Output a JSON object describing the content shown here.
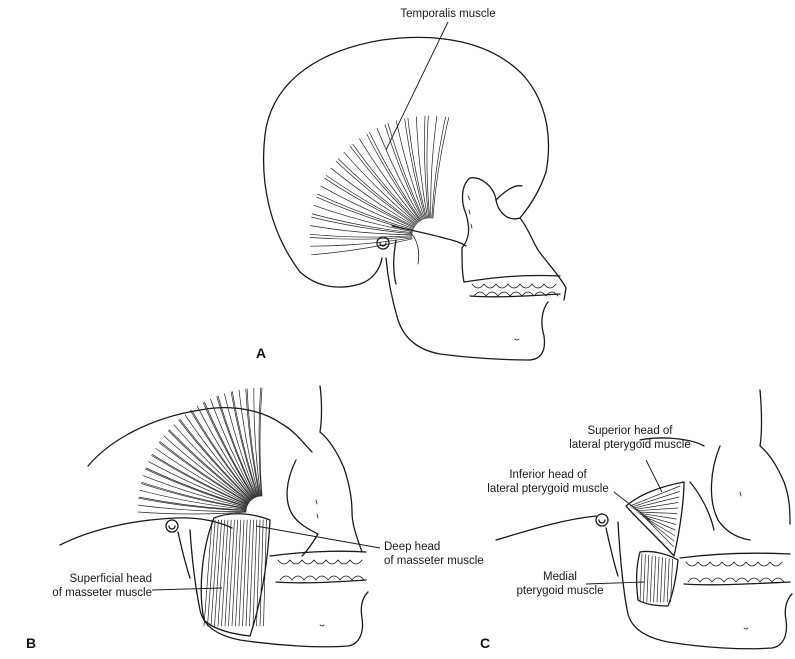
{
  "figure": {
    "panels": [
      {
        "id": "A",
        "label": "A",
        "labels": [
          {
            "key": "temporalis",
            "text": "Temporalis muscle"
          }
        ]
      },
      {
        "id": "B",
        "label": "B",
        "labels": [
          {
            "key": "deep_head_1",
            "text": "Deep head"
          },
          {
            "key": "deep_head_2",
            "text": "of masseter muscle"
          },
          {
            "key": "superficial_head_1",
            "text": "Superficial head"
          },
          {
            "key": "superficial_head_2",
            "text": "of masseter muscle"
          }
        ]
      },
      {
        "id": "C",
        "label": "C",
        "labels": [
          {
            "key": "sup_lat_1",
            "text": "Superior head of"
          },
          {
            "key": "sup_lat_2",
            "text": "lateral pterygoid muscle"
          },
          {
            "key": "inf_lat_1",
            "text": "Inferior head of"
          },
          {
            "key": "inf_lat_2",
            "text": "lateral pterygoid muscle"
          },
          {
            "key": "medial_1",
            "text": "Medial"
          },
          {
            "key": "medial_2",
            "text": "pterygoid muscle"
          }
        ]
      }
    ],
    "colors": {
      "ink": "#1a1a1a",
      "background": "#ffffff"
    }
  }
}
